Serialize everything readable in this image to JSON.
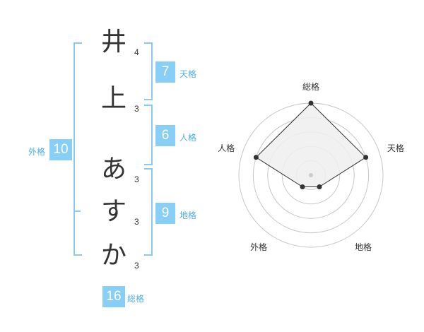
{
  "name": {
    "characters": [
      {
        "char": "井",
        "strokes": "4"
      },
      {
        "char": "上",
        "strokes": "3"
      },
      {
        "char": "あ",
        "strokes": "3"
      },
      {
        "char": "す",
        "strokes": "3"
      },
      {
        "char": "か",
        "strokes": "3"
      }
    ]
  },
  "fortunes": {
    "tenkaku": {
      "label": "天格",
      "value": "7"
    },
    "jinkaku": {
      "label": "人格",
      "value": "6"
    },
    "chikaku": {
      "label": "地格",
      "value": "9"
    },
    "gaikaku": {
      "label": "外格",
      "value": "10"
    },
    "soukaku": {
      "label": "総格",
      "value": "16"
    }
  },
  "radar": {
    "axes": [
      "総格",
      "天格",
      "地格",
      "外格",
      "人格"
    ],
    "levels": 5,
    "scores": [
      5,
      4,
      1,
      1,
      4
    ],
    "max": 5
  },
  "colors": {
    "accent_box": "#87cff7",
    "accent_text": "#4fb0e6",
    "bracket": "#8ccbf0",
    "radar_grid": "#c8c8c8",
    "radar_fill": "#eeeeee",
    "radar_line": "#333333"
  }
}
